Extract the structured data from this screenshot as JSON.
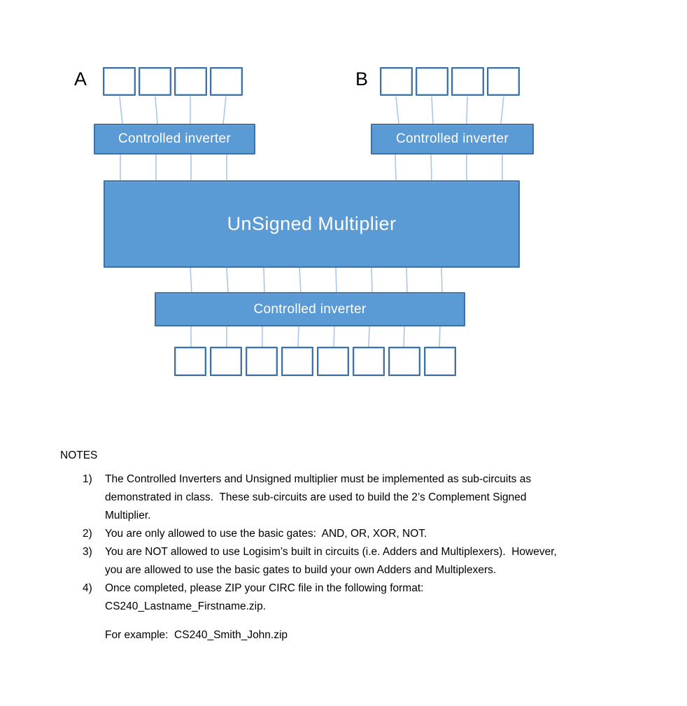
{
  "diagram": {
    "input_a": {
      "label": "A",
      "bits": 4
    },
    "input_b": {
      "label": "B",
      "bits": 4
    },
    "inverter_a_label": "Controlled inverter",
    "inverter_b_label": "Controlled inverter",
    "multiplier_label": "UnSigned Multiplier",
    "output_inverter_label": "Controlled inverter",
    "output": {
      "bits": 8
    },
    "colors": {
      "block_fill": "#5b9bd5",
      "block_border": "#41719c",
      "bit_box_border": "#41719c",
      "wire": "#a9c7e8",
      "block_text": "#ffffff"
    }
  },
  "notes": {
    "heading": "NOTES",
    "items": [
      {
        "number": "1)",
        "lines": [
          "The Controlled Inverters and Unsigned multiplier must be implemented as sub-circuits as",
          "demonstrated in class.  These sub-circuits are used to build the 2’s Complement Signed",
          "Multiplier."
        ]
      },
      {
        "number": "2)",
        "lines": [
          "You are only allowed to use the basic gates:  AND, OR, XOR, NOT."
        ]
      },
      {
        "number": "3)",
        "lines": [
          "You are NOT allowed to use Logisim’s built in circuits (i.e. Adders and Multiplexers).  However,",
          "you are allowed to use the basic gates to build your own Adders and Multiplexers."
        ]
      },
      {
        "number": "4)",
        "lines": [
          "Once completed, please ZIP your CIRC file in the following format:",
          "CS240_Lastname_Firstname.zip."
        ]
      }
    ],
    "example_line": "For example:  CS240_Smith_John.zip"
  }
}
